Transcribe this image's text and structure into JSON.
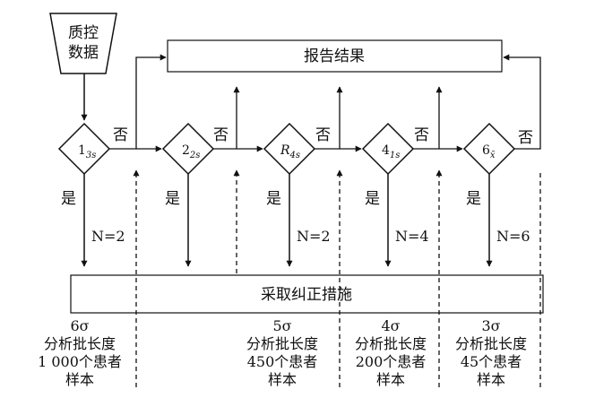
{
  "input": {
    "line1": "质控",
    "line2": "数据"
  },
  "report_box": {
    "label": "报告结果"
  },
  "action_box": {
    "label": "采取纠正措施"
  },
  "yes_label": "是",
  "no_label": "否",
  "rules": [
    {
      "main": "1",
      "sub": "3s",
      "italic": false,
      "n": "N=2"
    },
    {
      "main": "2",
      "sub": "2s",
      "italic": false,
      "n": ""
    },
    {
      "main": "R",
      "sub": "4s",
      "italic": true,
      "n": "N=2"
    },
    {
      "main": "4",
      "sub": "1s",
      "italic": false,
      "n": "N=4"
    },
    {
      "main": "6",
      "sub": "x̄",
      "italic": false,
      "n": "N=6"
    }
  ],
  "captions": [
    {
      "sigma": "6σ",
      "line2": "分析批长度",
      "line3": "1 000个患者",
      "line4": "样本"
    },
    {
      "sigma": "5σ",
      "line2": "分析批长度",
      "line3": "450个患者",
      "line4": "样本"
    },
    {
      "sigma": "4σ",
      "line2": "分析批长度",
      "line3": "200个患者",
      "line4": "样本"
    },
    {
      "sigma": "3σ",
      "line2": "分析批长度",
      "line3": "45个患者",
      "line4": "样本"
    }
  ]
}
